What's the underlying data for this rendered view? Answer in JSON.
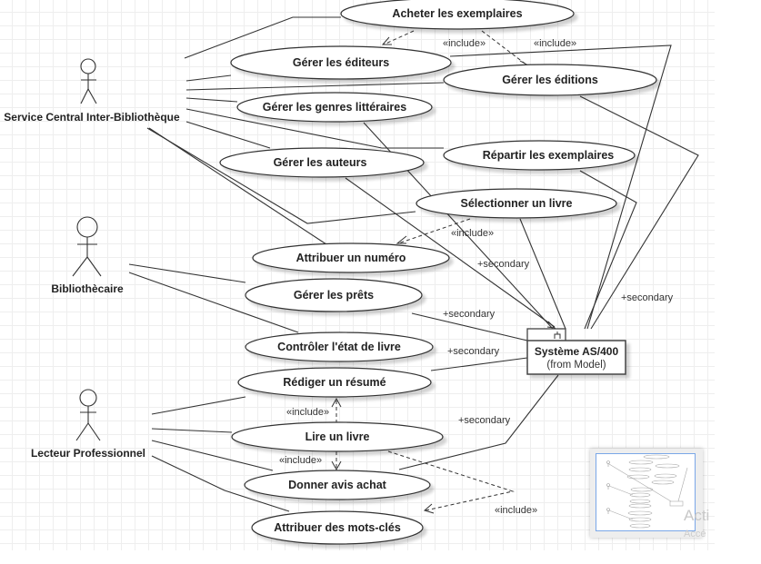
{
  "diagram": {
    "type": "UML use case diagram",
    "actors": [
      {
        "id": "sci",
        "name": "Service Central Inter-Bibliothèque"
      },
      {
        "id": "bib",
        "name": "Bibliothècaire"
      },
      {
        "id": "lec",
        "name": "Lecteur Professionnel"
      }
    ],
    "use_cases": [
      {
        "id": "uc1",
        "label": "Acheter les exemplaires"
      },
      {
        "id": "uc2",
        "label": "Gérer les éditeurs"
      },
      {
        "id": "uc3",
        "label": "Gérer les éditions"
      },
      {
        "id": "uc4",
        "label": "Gérer les genres littéraires"
      },
      {
        "id": "uc5",
        "label": "Répartir les exemplaires"
      },
      {
        "id": "uc6",
        "label": "Gérer les auteurs"
      },
      {
        "id": "uc7",
        "label": "Sélectionner un livre"
      },
      {
        "id": "uc8",
        "label": "Attribuer un numéro"
      },
      {
        "id": "uc9",
        "label": "Gérer les prêts"
      },
      {
        "id": "uc10",
        "label": "Contrôler l'état de  livre"
      },
      {
        "id": "uc11",
        "label": "Rédiger un résumé"
      },
      {
        "id": "uc12",
        "label": "Lire un livre"
      },
      {
        "id": "uc13",
        "label": "Donner avis achat"
      },
      {
        "id": "uc14",
        "label": "Attribuer des mots-clés"
      }
    ],
    "system": {
      "name": "Système AS/400",
      "subtitle": "(from Model)"
    },
    "stereotypes": {
      "include": "«include»"
    },
    "roles": {
      "secondary": "+secondary"
    },
    "include_relations": [
      {
        "from": "uc1",
        "to": "uc2"
      },
      {
        "from": "uc1",
        "to": "uc3"
      },
      {
        "from": "uc7",
        "to": "uc8"
      },
      {
        "from": "uc12",
        "to": "uc11"
      },
      {
        "from": "uc12",
        "to": "uc13"
      },
      {
        "from": "uc12",
        "to": "uc14"
      }
    ],
    "associations": [
      {
        "actor": "sci",
        "use_cases": [
          "uc1",
          "uc2",
          "uc3",
          "uc4",
          "uc5",
          "uc6",
          "uc7",
          "uc8"
        ]
      },
      {
        "actor": "bib",
        "use_cases": [
          "uc9",
          "uc10"
        ]
      },
      {
        "actor": "lec",
        "use_cases": [
          "uc11",
          "uc12",
          "uc13",
          "uc14"
        ]
      }
    ],
    "system_links": [
      "uc2",
      "uc3",
      "uc4",
      "uc5",
      "uc6",
      "uc7",
      "uc9",
      "uc10",
      "uc13"
    ]
  },
  "overlay": {
    "watermark_line1": "Acti",
    "watermark_line2": "Accé"
  }
}
